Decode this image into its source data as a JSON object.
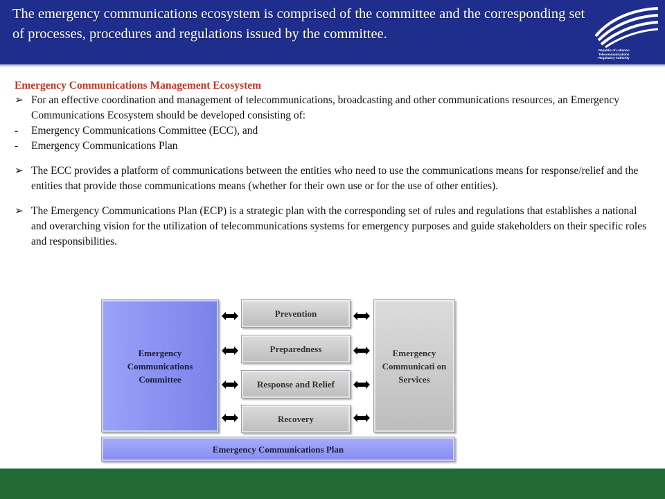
{
  "header": {
    "title": "The emergency communications ecosystem is comprised of the committee and the corresponding set of processes, procedures and regulations issued by the committee.",
    "logo_icon": "tra-wave-logo-icon",
    "logo_lines": [
      "Republic of Lebanon",
      "Telecommunications",
      "Regulatory Authority"
    ]
  },
  "body": {
    "heading": "Emergency Communications Management Ecosystem",
    "arrow_marker": "➢",
    "dash_marker": "-",
    "bullet1": "For an effective coordination and management of telecommunications, broadcasting and other communications resources, an Emergency Communications Ecosystem should be developed consisting of:",
    "dash1": "Emergency Communications Committee (ECC), and",
    "dash2": "Emergency Communications Plan",
    "bullet2": "The ECC provides a platform of communications between the entities who need to use the communications means for response/relief and the entities that provide those communications means (whether for their own use or for the use of other entities).",
    "bullet3": "The Emergency Communications Plan (ECP) is a strategic plan with the corresponding set of rules and regulations that establishes a national and overarching vision for the utilization of telecommunications systems for emergency purposes and guide stakeholders on their specific roles and responsibilities."
  },
  "diagram": {
    "left_box": "Emergency Communications Committee",
    "right_box": "Emergency Communicati on Services",
    "phases": [
      "Prevention",
      "Preparedness",
      "Response and Relief",
      "Recovery"
    ],
    "plan_bar": "Emergency Communications Plan",
    "arrow_icon": "double-headed-arrow-icon"
  },
  "colors": {
    "header_bg": "#1f2e8c",
    "heading_red": "#c0392b",
    "blue_box": "#8b93f2",
    "grey_box": "#c8c8c8",
    "footer_green": "#1f6b33"
  }
}
